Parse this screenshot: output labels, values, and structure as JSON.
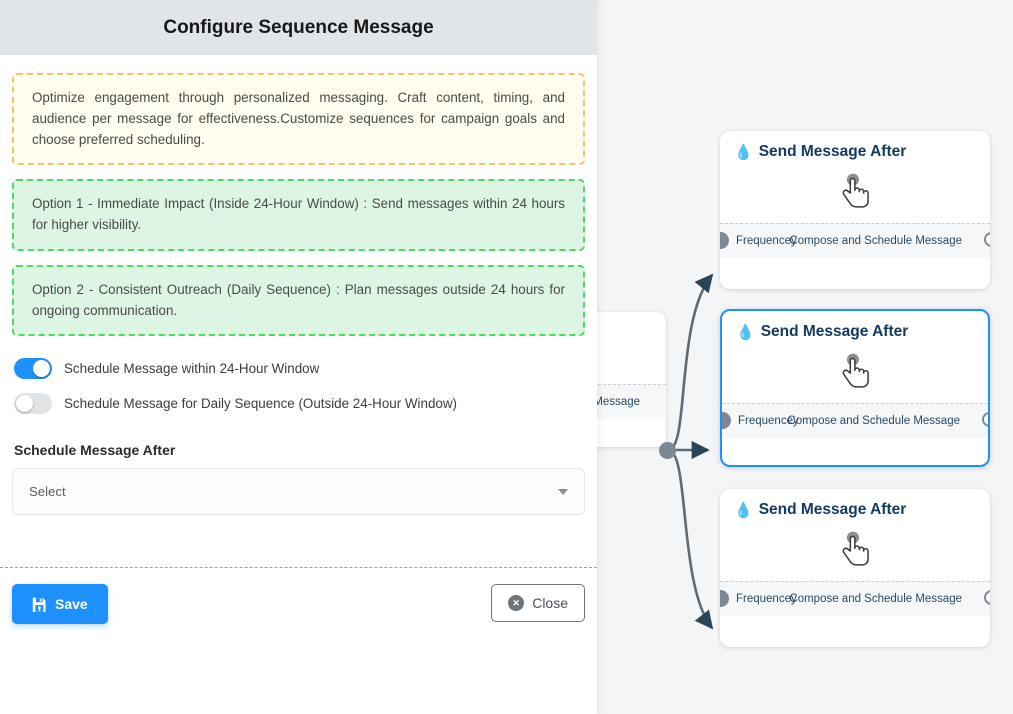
{
  "modal": {
    "title": "Configure Sequence Message",
    "info_banner": "Optimize engagement through personalized messaging. Craft content, timing, and audience per message for effectiveness.Customize sequences for campaign goals and choose preferred scheduling.",
    "option_1": "Option 1 - Immediate Impact (Inside 24-Hour Window) : Send messages within 24 hours for higher visibility.",
    "option_2": "Option 2 - Consistent Outreach (Daily Sequence) : Plan messages outside 24 hours for ongoing communication.",
    "toggles": [
      {
        "label": "Schedule Message within 24-Hour Window",
        "state": "on"
      },
      {
        "label": "Schedule Message for Daily Sequence (Outside 24-Hour Window)",
        "state": "off"
      }
    ],
    "field": {
      "label": "Schedule Message After",
      "value": "Select",
      "caret_icon": "chevron-down-icon"
    },
    "footer": {
      "save_label": "Save",
      "save_icon": "floppy-disk-icon",
      "close_label": "Close",
      "close_icon": "circle-x-icon"
    },
    "colors": {
      "header_bg": "#e2e5e8",
      "accent": "#1e90ff",
      "info_bg": "#fefdef",
      "info_border": "#f3c36a",
      "option_bg": "#ddf5e3",
      "option_border": "#4cd964"
    }
  },
  "canvas": {
    "background": "#f4f5f7",
    "source_node": {
      "footer_right_clipped": "ce Message"
    },
    "nodes": [
      {
        "title": "Send Message After",
        "icon": "water-droplet-icon",
        "body_icon": "pointing-hand-cursor-icon",
        "foot_left": "Frequencey",
        "foot_right": "Compose and Schedule Message",
        "selected": false
      },
      {
        "title": "Send Message After",
        "icon": "water-droplet-icon",
        "body_icon": "pointing-hand-cursor-icon",
        "foot_left": "Frequencey",
        "foot_right": "Compose and Schedule Message",
        "selected": true
      },
      {
        "title": "Send Message After",
        "icon": "water-droplet-icon",
        "body_icon": "pointing-hand-cursor-icon",
        "foot_left": "Frequencey",
        "foot_right": "Compose and Schedule Message",
        "selected": false
      }
    ]
  }
}
